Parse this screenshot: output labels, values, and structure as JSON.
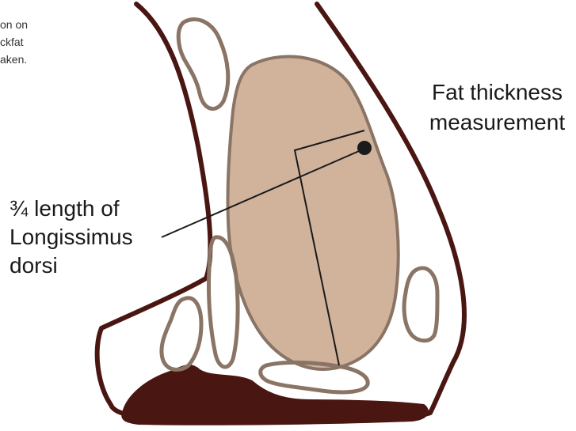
{
  "caption": {
    "line1": "on on",
    "line2": "ckfat",
    "line3": "aken."
  },
  "labels": {
    "fat_thickness_line1": "Fat thickness",
    "fat_thickness_line2": "measurement",
    "longissimus_line1": "¾ length of",
    "longissimus_line2": "Longissimus",
    "longissimus_line3": "dorsi"
  },
  "colors": {
    "outline_dark": "#4a1612",
    "backfat_fill": "#4a1612",
    "muscle_fill": "#d1b39c",
    "muscle_outline": "#8a7465",
    "minor_muscle_outline": "#8a7465",
    "pointer_line": "#1a1a1a"
  }
}
